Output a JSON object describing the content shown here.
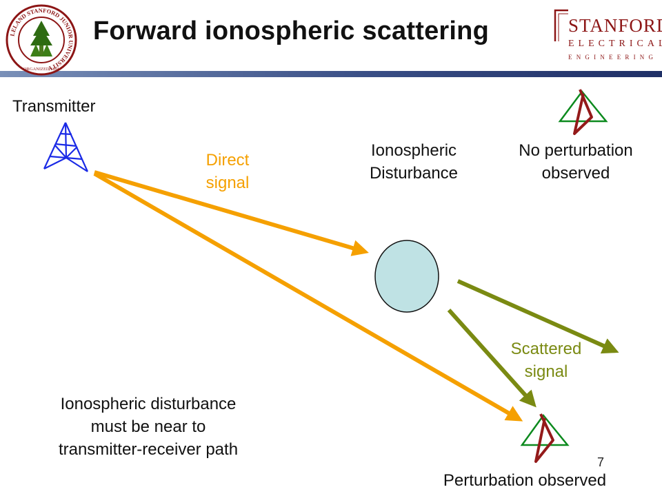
{
  "title": "Forward ionospheric scattering",
  "branding": {
    "logo_stanford": "STANFORD",
    "logo_electrical": "ELECTRICAL",
    "logo_engineering": "ENGINEERING",
    "seal_text": "LELAND STANFORD JUNIOR UNIVERSITY",
    "seal_year": "ORGANIZED 1891"
  },
  "labels": {
    "transmitter": "Transmitter",
    "direct_signal_line1": "Direct",
    "direct_signal_line2": "signal",
    "disturbance_line1": "Ionospheric",
    "disturbance_line2": "Disturbance",
    "no_perturbation_line1": "No perturbation",
    "no_perturbation_line2": "observed",
    "scattered_line1": "Scattered",
    "scattered_line2": "signal",
    "note_line1": "Ionospheric disturbance",
    "note_line2": "must be near to",
    "note_line3": "transmitter-receiver path",
    "perturbation_observed": "Perturbation observed"
  },
  "page_number": "7",
  "colors": {
    "direct_signal": "#f5a000",
    "scattered_signal": "#7a8a12",
    "transmitter": "#1a2ae6",
    "receiver_triangle": "#0c8a1e",
    "receiver_antenna": "#941a1a",
    "disturbance_fill": "#bfe2e4",
    "logo": "#8c1515",
    "rule": "#3a4f86"
  }
}
